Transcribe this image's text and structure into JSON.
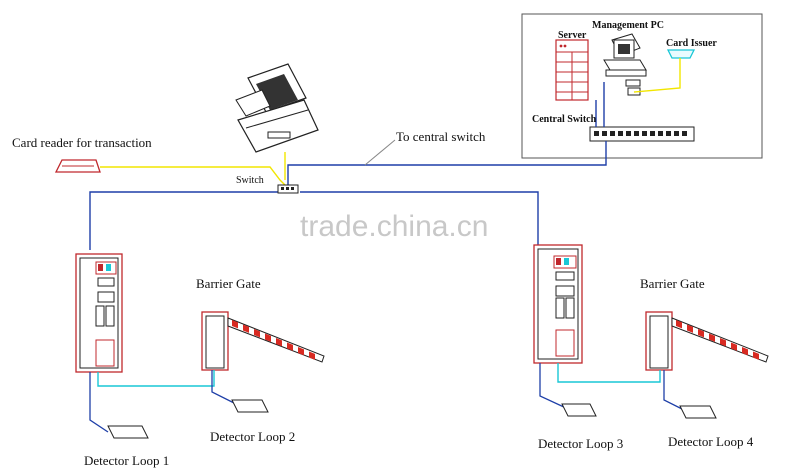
{
  "labels": {
    "card_reader": "Card reader for transaction",
    "switch": "Switch",
    "to_central_switch": "To central switch",
    "management_pc": "Management PC",
    "server": "Server",
    "card_issuer": "Card Issuer",
    "central_switch": "Central Switch",
    "barrier_gate_left": "Barrier Gate",
    "barrier_gate_right": "Barrier Gate",
    "loop1": "Detector Loop  1",
    "loop2": "Detector Loop  2",
    "loop3": "Detector Loop  3",
    "loop4": "Detector Loop 4"
  },
  "watermark": "trade.china.cn",
  "colors": {
    "cable_yellow": "#f2e600",
    "cable_blue": "#1e3fa8",
    "cable_cyan": "#19c7d6",
    "device_red": "#c0282d",
    "gate_stripe": "#d82a22"
  }
}
